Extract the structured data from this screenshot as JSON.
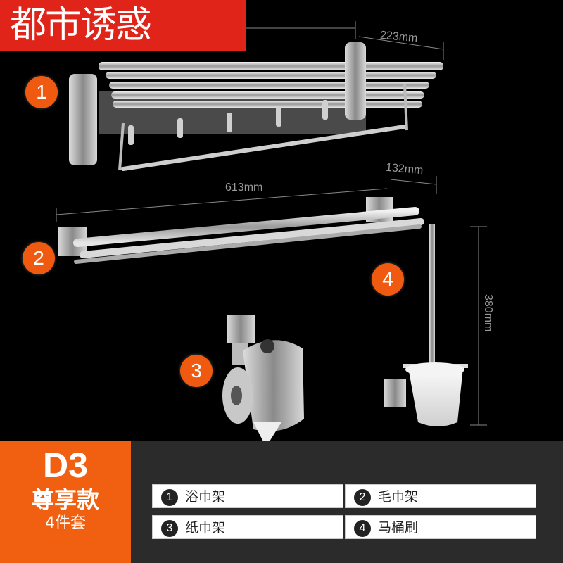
{
  "brand": {
    "text": "都市诱惑"
  },
  "dimensions": {
    "width_top": "223mm",
    "length_bar": "613mm",
    "width_bar": "132mm",
    "height_brush": "380mm"
  },
  "callouts": [
    "1",
    "2",
    "3",
    "4"
  ],
  "package": {
    "code": "D3",
    "edition": "尊享款",
    "count": "4件套"
  },
  "items": [
    {
      "num": "1",
      "label": "浴巾架"
    },
    {
      "num": "2",
      "label": "毛巾架"
    },
    {
      "num": "3",
      "label": "纸巾架"
    },
    {
      "num": "4",
      "label": "马桶刷"
    }
  ],
  "colors": {
    "accent": "#f05a10",
    "brand": "#e0241a"
  }
}
